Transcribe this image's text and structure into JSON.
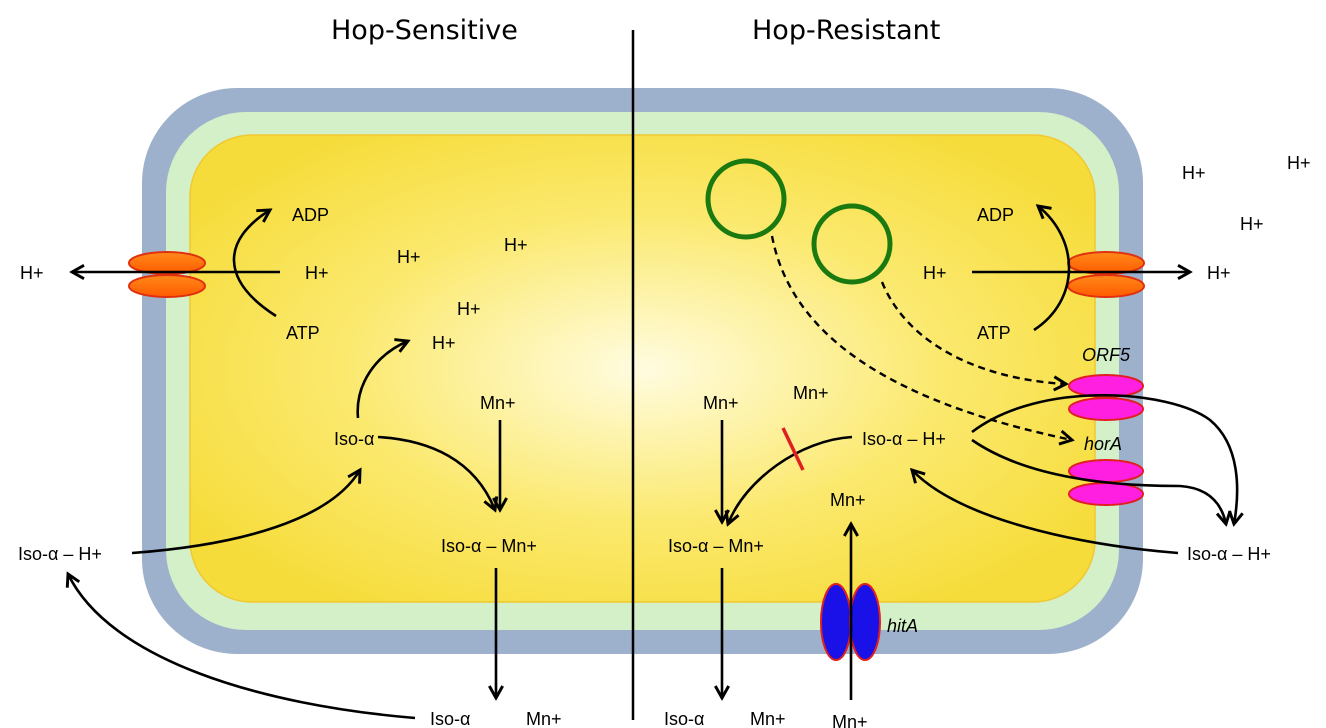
{
  "headers": {
    "left": "Hop-Sensitive",
    "right": "Hop-Resistant"
  },
  "left": {
    "h_out": "H+",
    "h_pump": "H+",
    "adp": "ADP",
    "atp": "ATP",
    "h_free_1": "H+",
    "h_free_2": "H+",
    "h_free_3": "H+",
    "h_free_4": "H+",
    "iso_alpha": "Iso-α",
    "mn_in": "Mn+",
    "iso_mn": "Iso-α – Mn+",
    "iso_h_out": "Iso-α – H+",
    "iso_bottom": "Iso-α",
    "mn_bottom": "Mn+"
  },
  "right": {
    "h_top_1": "H+",
    "h_top_2": "H+",
    "h_top_3": "H+",
    "h_out": "H+",
    "h_pump": "H+",
    "adp": "ADP",
    "atp": "ATP",
    "orf5": "ORF5",
    "hora": "horA",
    "hita": "hitA",
    "mn_in_1": "Mn+",
    "mn_in_2": "Mn+",
    "mn_transport": "Mn+",
    "iso_h_in": "Iso-α – H+",
    "iso_mn": "Iso-α – Mn+",
    "iso_h_out": "Iso-α – H+",
    "iso_bottom": "Iso-α",
    "mn_bottom_1": "Mn+",
    "mn_bottom_2": "Mn+"
  },
  "colors": {
    "cytoplasm": "#fbe34a",
    "cell_wall": "#9eb1cc",
    "periplasm": "#d4f0c8",
    "atpase": "#ff6a00",
    "abc_transporter": "#ff1fe0",
    "hita_transporter": "#1a10e8",
    "vesicle": "#1a7a10",
    "inhibition": "#e02020"
  }
}
